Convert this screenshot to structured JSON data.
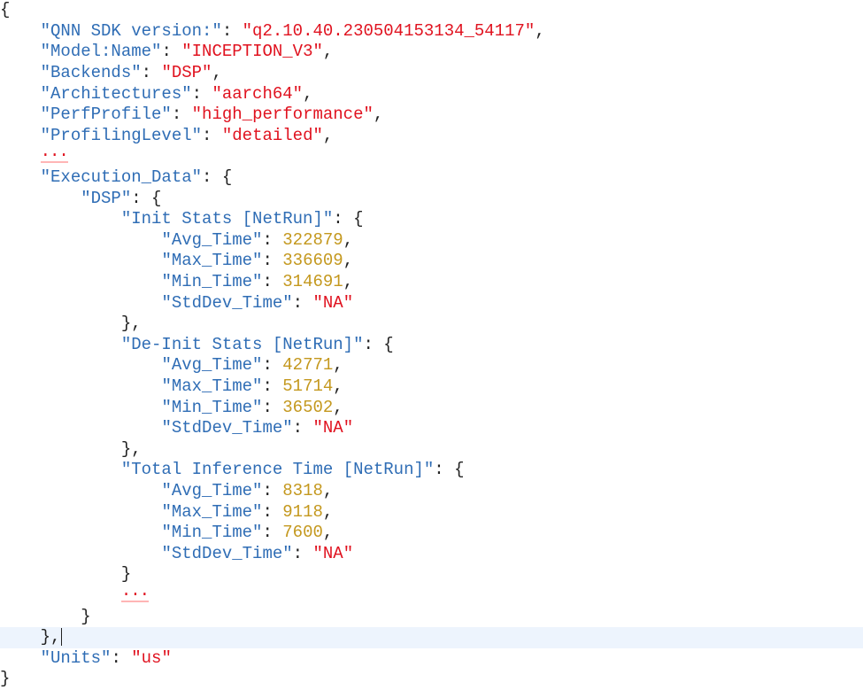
{
  "editor": {
    "indent_unit": "    ",
    "colors": {
      "key": "#2f6db5",
      "string": "#e0121f",
      "number": "#c4981e",
      "punctuation": "#222222",
      "current_line": "#edf4fd"
    },
    "lines": [
      {
        "indent": 0,
        "tokens": [
          {
            "t": "p",
            "v": "{"
          }
        ]
      },
      {
        "indent": 1,
        "tokens": [
          {
            "t": "k",
            "v": "\"QNN SDK version:\""
          },
          {
            "t": "p",
            "v": ": "
          },
          {
            "t": "s",
            "v": "\"q2.10.40.230504153134_54117\""
          },
          {
            "t": "p",
            "v": ","
          }
        ]
      },
      {
        "indent": 1,
        "tokens": [
          {
            "t": "k",
            "v": "\"Model:Name\""
          },
          {
            "t": "p",
            "v": ": "
          },
          {
            "t": "s",
            "v": "\"INCEPTION_V3\""
          },
          {
            "t": "p",
            "v": ","
          }
        ]
      },
      {
        "indent": 1,
        "tokens": [
          {
            "t": "k",
            "v": "\"Backends\""
          },
          {
            "t": "p",
            "v": ": "
          },
          {
            "t": "s",
            "v": "\"DSP\""
          },
          {
            "t": "p",
            "v": ","
          }
        ]
      },
      {
        "indent": 1,
        "tokens": [
          {
            "t": "k",
            "v": "\"Architectures\""
          },
          {
            "t": "p",
            "v": ": "
          },
          {
            "t": "s",
            "v": "\"aarch64\""
          },
          {
            "t": "p",
            "v": ","
          }
        ]
      },
      {
        "indent": 1,
        "tokens": [
          {
            "t": "k",
            "v": "\"PerfProfile\""
          },
          {
            "t": "p",
            "v": ": "
          },
          {
            "t": "s",
            "v": "\"high_performance\""
          },
          {
            "t": "p",
            "v": ","
          }
        ]
      },
      {
        "indent": 1,
        "tokens": [
          {
            "t": "k",
            "v": "\"ProfilingLevel\""
          },
          {
            "t": "p",
            "v": ": "
          },
          {
            "t": "s",
            "v": "\"detailed\""
          },
          {
            "t": "p",
            "v": ","
          }
        ]
      },
      {
        "indent": 1,
        "ellipsis": true,
        "tokens": [
          {
            "t": "ellipsis",
            "v": "..."
          }
        ]
      },
      {
        "indent": 1,
        "tokens": [
          {
            "t": "k",
            "v": "\"Execution_Data\""
          },
          {
            "t": "p",
            "v": ": {"
          }
        ]
      },
      {
        "indent": 2,
        "tokens": [
          {
            "t": "k",
            "v": "\"DSP\""
          },
          {
            "t": "p",
            "v": ": {"
          }
        ]
      },
      {
        "indent": 3,
        "tokens": [
          {
            "t": "k",
            "v": "\"Init Stats [NetRun]\""
          },
          {
            "t": "p",
            "v": ": {"
          }
        ]
      },
      {
        "indent": 4,
        "tokens": [
          {
            "t": "k",
            "v": "\"Avg_Time\""
          },
          {
            "t": "p",
            "v": ": "
          },
          {
            "t": "n",
            "v": "322879"
          },
          {
            "t": "p",
            "v": ","
          }
        ]
      },
      {
        "indent": 4,
        "tokens": [
          {
            "t": "k",
            "v": "\"Max_Time\""
          },
          {
            "t": "p",
            "v": ": "
          },
          {
            "t": "n",
            "v": "336609"
          },
          {
            "t": "p",
            "v": ","
          }
        ]
      },
      {
        "indent": 4,
        "tokens": [
          {
            "t": "k",
            "v": "\"Min_Time\""
          },
          {
            "t": "p",
            "v": ": "
          },
          {
            "t": "n",
            "v": "314691"
          },
          {
            "t": "p",
            "v": ","
          }
        ]
      },
      {
        "indent": 4,
        "tokens": [
          {
            "t": "k",
            "v": "\"StdDev_Time\""
          },
          {
            "t": "p",
            "v": ": "
          },
          {
            "t": "s",
            "v": "\"NA\""
          }
        ]
      },
      {
        "indent": 3,
        "tokens": [
          {
            "t": "p",
            "v": "},"
          }
        ]
      },
      {
        "indent": 3,
        "tokens": [
          {
            "t": "k",
            "v": "\"De-Init Stats [NetRun]\""
          },
          {
            "t": "p",
            "v": ": {"
          }
        ]
      },
      {
        "indent": 4,
        "tokens": [
          {
            "t": "k",
            "v": "\"Avg_Time\""
          },
          {
            "t": "p",
            "v": ": "
          },
          {
            "t": "n",
            "v": "42771"
          },
          {
            "t": "p",
            "v": ","
          }
        ]
      },
      {
        "indent": 4,
        "tokens": [
          {
            "t": "k",
            "v": "\"Max_Time\""
          },
          {
            "t": "p",
            "v": ": "
          },
          {
            "t": "n",
            "v": "51714"
          },
          {
            "t": "p",
            "v": ","
          }
        ]
      },
      {
        "indent": 4,
        "tokens": [
          {
            "t": "k",
            "v": "\"Min_Time\""
          },
          {
            "t": "p",
            "v": ": "
          },
          {
            "t": "n",
            "v": "36502"
          },
          {
            "t": "p",
            "v": ","
          }
        ]
      },
      {
        "indent": 4,
        "tokens": [
          {
            "t": "k",
            "v": "\"StdDev_Time\""
          },
          {
            "t": "p",
            "v": ": "
          },
          {
            "t": "s",
            "v": "\"NA\""
          }
        ]
      },
      {
        "indent": 3,
        "tokens": [
          {
            "t": "p",
            "v": "},"
          }
        ]
      },
      {
        "indent": 3,
        "tokens": [
          {
            "t": "k",
            "v": "\"Total Inference Time [NetRun]\""
          },
          {
            "t": "p",
            "v": ": {"
          }
        ]
      },
      {
        "indent": 4,
        "tokens": [
          {
            "t": "k",
            "v": "\"Avg_Time\""
          },
          {
            "t": "p",
            "v": ": "
          },
          {
            "t": "n",
            "v": "8318"
          },
          {
            "t": "p",
            "v": ","
          }
        ]
      },
      {
        "indent": 4,
        "tokens": [
          {
            "t": "k",
            "v": "\"Max_Time\""
          },
          {
            "t": "p",
            "v": ": "
          },
          {
            "t": "n",
            "v": "9118"
          },
          {
            "t": "p",
            "v": ","
          }
        ]
      },
      {
        "indent": 4,
        "tokens": [
          {
            "t": "k",
            "v": "\"Min_Time\""
          },
          {
            "t": "p",
            "v": ": "
          },
          {
            "t": "n",
            "v": "7600"
          },
          {
            "t": "p",
            "v": ","
          }
        ]
      },
      {
        "indent": 4,
        "tokens": [
          {
            "t": "k",
            "v": "\"StdDev_Time\""
          },
          {
            "t": "p",
            "v": ": "
          },
          {
            "t": "s",
            "v": "\"NA\""
          }
        ]
      },
      {
        "indent": 3,
        "tokens": [
          {
            "t": "p",
            "v": "}"
          }
        ]
      },
      {
        "indent": 3,
        "ellipsis": true,
        "tokens": [
          {
            "t": "ellipsis",
            "v": "..."
          }
        ]
      },
      {
        "indent": 2,
        "tokens": [
          {
            "t": "p",
            "v": "}"
          }
        ]
      },
      {
        "indent": 1,
        "current": true,
        "caret": true,
        "tokens": [
          {
            "t": "p",
            "v": "},"
          }
        ]
      },
      {
        "indent": 1,
        "tokens": [
          {
            "t": "k",
            "v": "\"Units\""
          },
          {
            "t": "p",
            "v": ": "
          },
          {
            "t": "s",
            "v": "\"us\""
          }
        ]
      },
      {
        "indent": 0,
        "tokens": [
          {
            "t": "p",
            "v": "}"
          }
        ]
      }
    ]
  }
}
